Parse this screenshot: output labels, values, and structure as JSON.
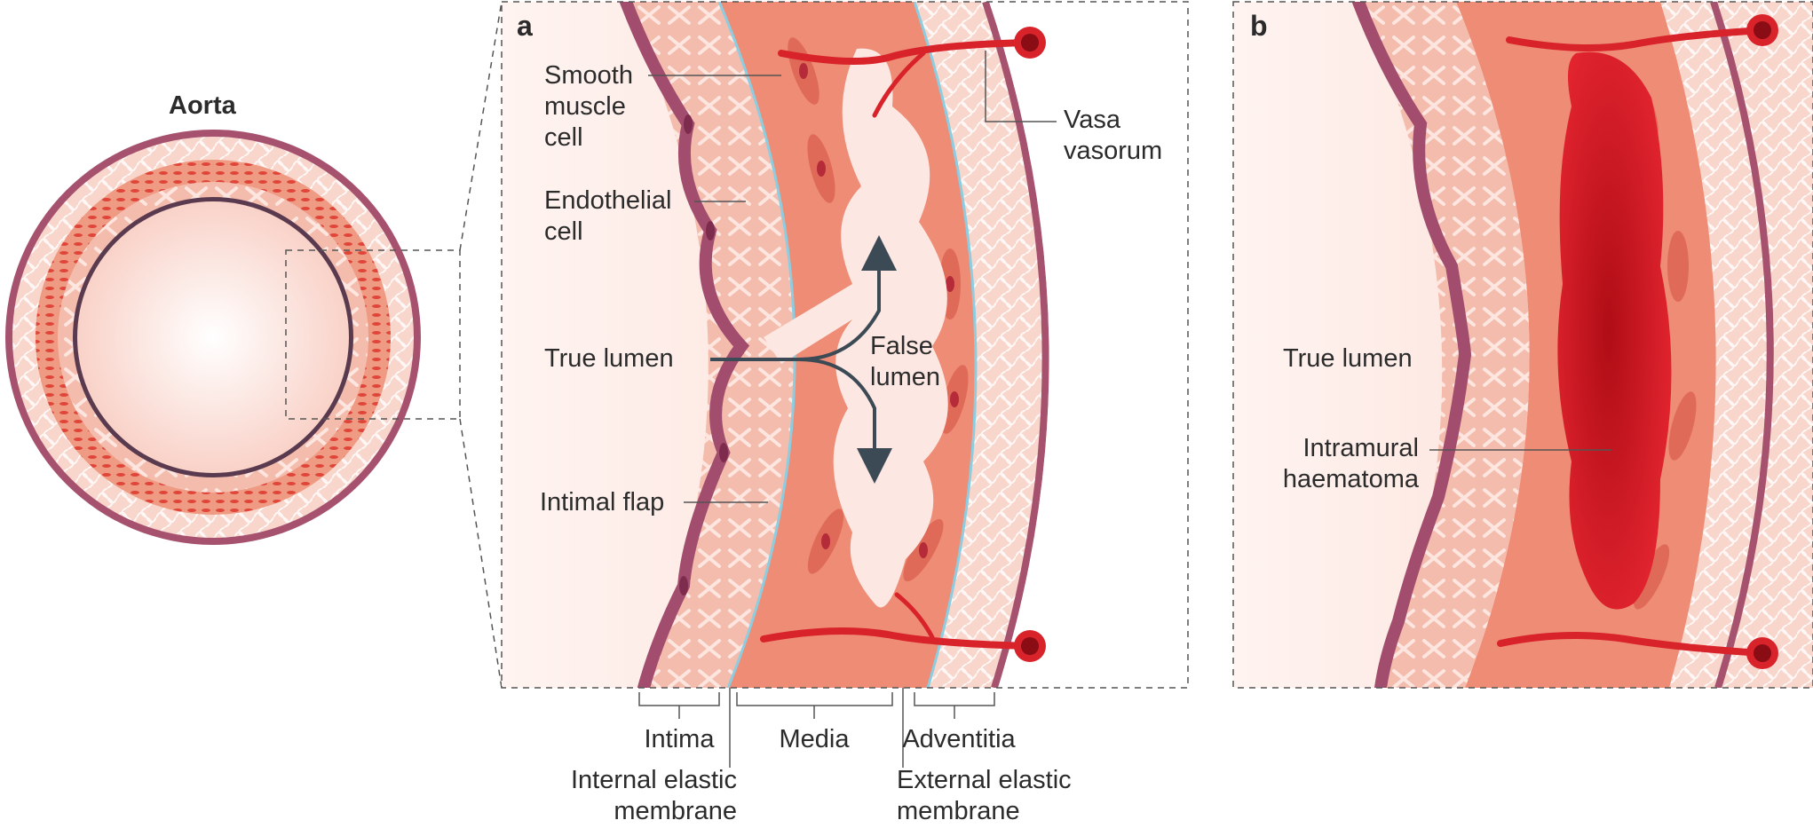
{
  "aorta": {
    "title": "Aorta"
  },
  "panel_a": {
    "letter": "a",
    "labels": {
      "smooth_muscle_cell": [
        "Smooth",
        "muscle",
        "cell"
      ],
      "endothelial_cell": [
        "Endothelial",
        "cell"
      ],
      "true_lumen": "True lumen",
      "false_lumen": [
        "False",
        "lumen"
      ],
      "intimal_flap": "Intimal flap",
      "vasa_vasorum": [
        "Vasa",
        "vasorum"
      ]
    }
  },
  "panel_b": {
    "letter": "b",
    "labels": {
      "true_lumen": "True lumen",
      "intramural_haematoma": [
        "Intramural",
        "haematoma"
      ]
    }
  },
  "layers": {
    "intima": "Intima",
    "media": "Media",
    "adventitia": "Adventitia",
    "internal_elastic_membrane": [
      "Internal elastic",
      "membrane"
    ],
    "external_elastic_membrane": [
      "External elastic",
      "membrane"
    ]
  },
  "colors": {
    "lumen": "#fde7e2",
    "intima": "#f7c9bb",
    "media": "#ee8c75",
    "adventitia": "#f8d6cb",
    "outer_wall": "#a6526f",
    "endothelium": "#a24d6d",
    "vessel": "#d9232b",
    "haematoma": "#d41621",
    "elastic_membrane": "#8ecde0",
    "guide_line": "#555555",
    "arrow": "#3b4a55"
  }
}
